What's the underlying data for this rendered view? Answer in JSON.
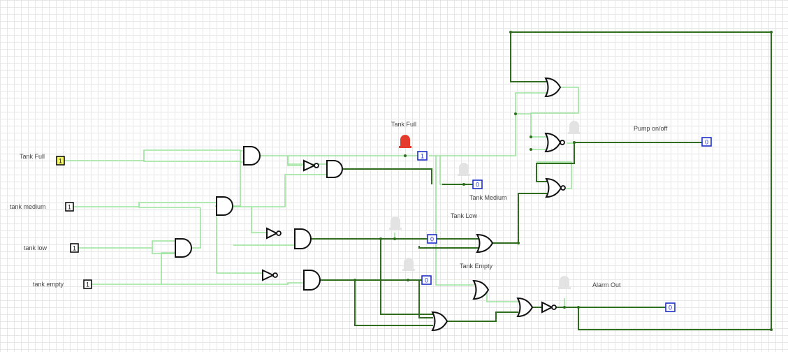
{
  "inputs": [
    {
      "label": "Tank Full",
      "value": "1"
    },
    {
      "label": "tank medium",
      "value": "1"
    },
    {
      "label": "tank low",
      "value": "1"
    },
    {
      "label": "tank empty",
      "value": "1"
    }
  ],
  "indicators": {
    "tank_full": {
      "label": "Tank Full",
      "value": "1",
      "state": "on",
      "color": "#e53b2c"
    },
    "tank_medium": {
      "label": "Tank Medium",
      "value": "0",
      "state": "off"
    },
    "tank_low": {
      "label": "Tank Low",
      "value": "0",
      "state": "off"
    },
    "tank_empty": {
      "label": "Tank Empty",
      "value": "0",
      "state": "off"
    },
    "pump": {
      "label": "Pump on/off",
      "value": "0",
      "state": "off"
    },
    "alarm": {
      "label": "Alarm Out",
      "value": "0",
      "state": "off"
    }
  },
  "colors": {
    "active_wire": "#2f6e1e",
    "inactive_wire": "#9be39b",
    "input_on": "#f7f76a",
    "output_border": "#1d2fc9",
    "bulb_off": "#e3e3e3"
  }
}
